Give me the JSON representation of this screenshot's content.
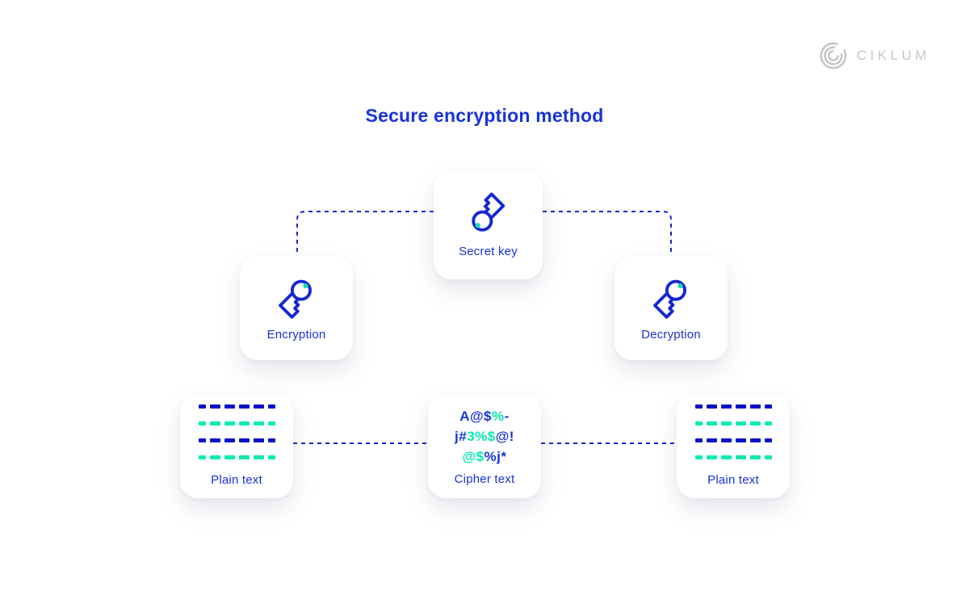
{
  "logo": {
    "brand": "CIKLUM"
  },
  "title": "Secure encryption method",
  "colors": {
    "primary_blue": "#1733D8",
    "icon_blue": "#1527D2",
    "dash_blue": "#0813C6",
    "mint_green": "#05EDB1",
    "dot_green": "#16DFA6",
    "logo_gray": "#C6C6C6",
    "background": "#FFFFFF"
  },
  "cards": {
    "secret_key": {
      "label": "Secret key",
      "icon": "key-icon"
    },
    "encryption": {
      "label": "Encryption",
      "icon": "key-icon"
    },
    "decryption": {
      "label": "Decryption",
      "icon": "key-icon"
    },
    "plain_text_left": {
      "label": "Plain text",
      "icon": "dashed-lines-icon"
    },
    "cipher_text": {
      "label": "Cipher text",
      "scramble_lines": [
        [
          {
            "t": "A@$",
            "c": "blue"
          },
          {
            "t": "%",
            "c": "green"
          },
          {
            "t": "-",
            "c": "blue"
          }
        ],
        [
          {
            "t": "j#",
            "c": "blue"
          },
          {
            "t": "3%$",
            "c": "green"
          },
          {
            "t": "@!",
            "c": "blue"
          }
        ],
        [
          {
            "t": "@$",
            "c": "green"
          },
          {
            "t": "%j*",
            "c": "blue"
          }
        ]
      ]
    },
    "plain_text_right": {
      "label": "Plain text",
      "icon": "dashed-lines-icon"
    }
  },
  "plain_pattern": {
    "row_colors": [
      "blue",
      "green",
      "blue",
      "green"
    ],
    "dash_widths": [
      9,
      13,
      13,
      13,
      13,
      9
    ]
  }
}
